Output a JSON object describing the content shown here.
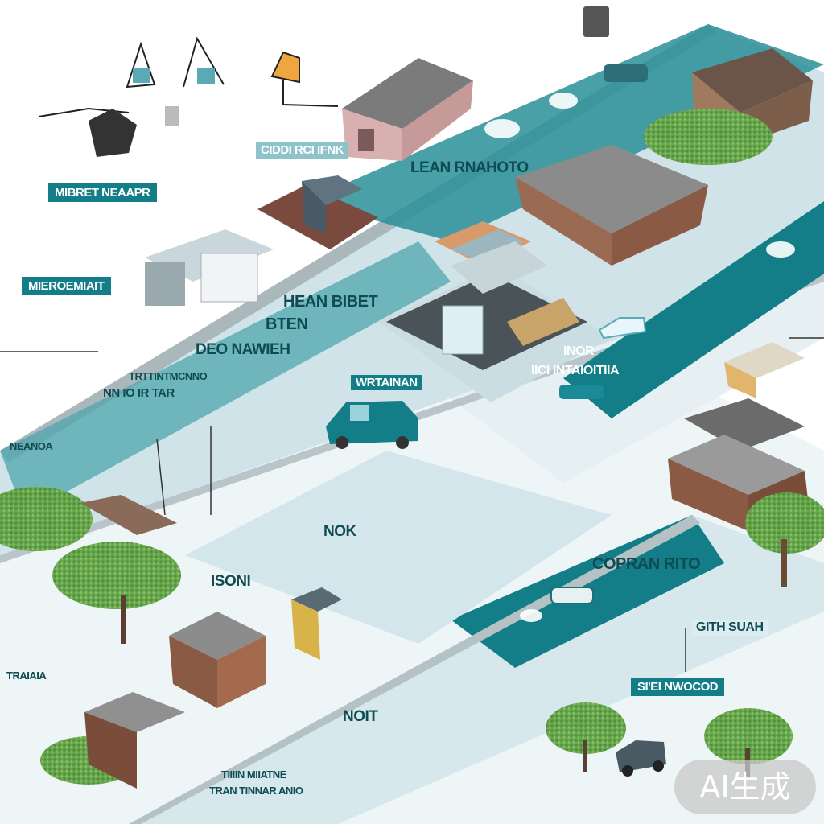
{
  "image": {
    "colors": {
      "teal": "#137d88",
      "road": "#cfe3e8",
      "lightblue": "#dcecf1",
      "tree": "#6aa84f",
      "building": "#8a6a58"
    }
  },
  "badges": {
    "top_left": "MIBRET NEAAPR",
    "left_mid": "MIEROEMIAIT",
    "bottom_right": "SI'EI NWOCOD"
  },
  "labels": {
    "top_small": "CIDDI RCI IFNK",
    "lean": "LEAN RNAHOTO",
    "hean": "HEAN BIBET",
    "bten": "BTEN",
    "deo": "DEO NAWIEH",
    "small_left_1": "TRTTINTMCNNO",
    "small_left_2": "NN IO IR TAR",
    "small_left_3": "NEANOA",
    "center_card": "WRTAINAN",
    "inor": "INOR",
    "copran": "COPRAN RITO",
    "gith": "GITH SUAH",
    "ison": "ISONI",
    "no": "NOK",
    "noit": "NOIT",
    "mid_col": "IICI INTAIOITIIA",
    "bottom_1": "TIIIIN MIIATNE",
    "bottom_2": "TRAN TINNAR ANIO",
    "left_bottom": "TRAIAIA"
  },
  "watermark": {
    "text": "AI生成"
  }
}
